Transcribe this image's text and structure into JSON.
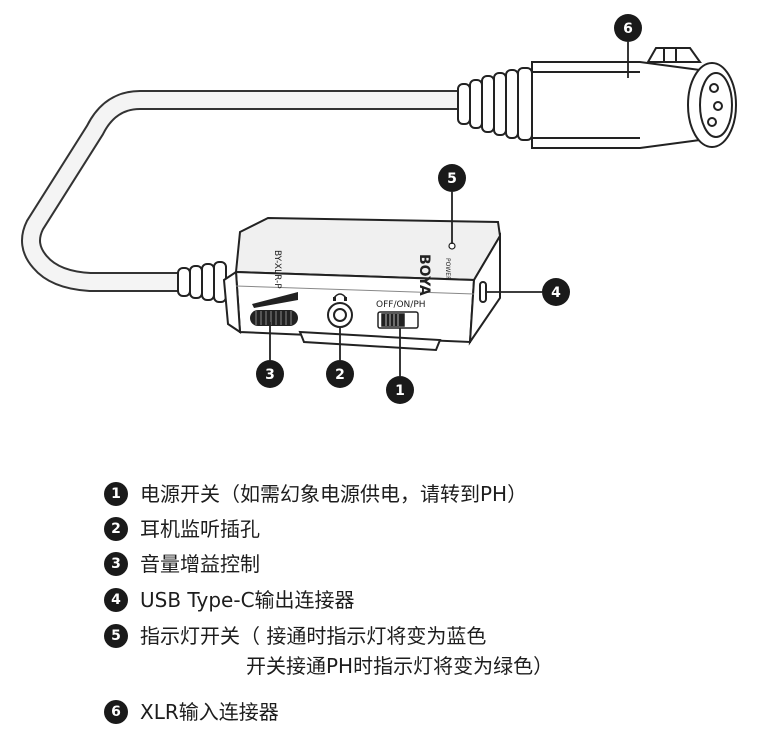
{
  "device": {
    "brand": "BOYA",
    "power_label": "POWER",
    "switch_label": "OFF/ON/PH",
    "side_label": "BY-XLR-P"
  },
  "callouts": [
    {
      "num": "1",
      "name": "power-switch"
    },
    {
      "num": "2",
      "name": "headphone-jack"
    },
    {
      "num": "3",
      "name": "volume-wheel"
    },
    {
      "num": "4",
      "name": "usb-c-port"
    },
    {
      "num": "5",
      "name": "indicator-light"
    },
    {
      "num": "6",
      "name": "xlr-connector"
    }
  ],
  "legend": [
    {
      "num": "1",
      "text": "电源开关（如需幻象电源供电，请转到PH）"
    },
    {
      "num": "2",
      "text": "耳机监听插孔"
    },
    {
      "num": "3",
      "text": "音量增益控制"
    },
    {
      "num": "4",
      "text": "USB Type-C输出连接器"
    },
    {
      "num": "5",
      "text": "指示灯开关（ 接通时指示灯将变为蓝色",
      "text2": "开关接通PH时指示灯将变为绿色）"
    },
    {
      "num": "6",
      "text": "XLR输入连接器"
    }
  ]
}
